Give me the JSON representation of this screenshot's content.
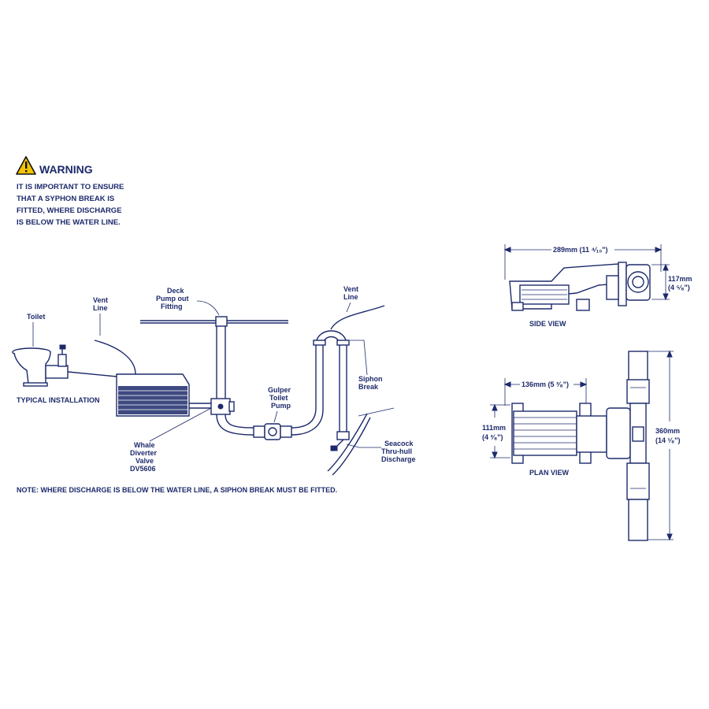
{
  "warning": {
    "title": "WARNING",
    "lines": [
      "IT IS IMPORTANT TO ENSURE",
      "THAT A SYPHON BREAK IS",
      "FITTED, WHERE DISCHARGE",
      "IS BELOW THE WATER LINE."
    ],
    "icon": "warning-triangle-icon",
    "icon_color": "#f5c400"
  },
  "installation": {
    "title": "TYPICAL INSTALLATION",
    "labels": {
      "toilet": "Toilet",
      "vent_line_1": [
        "Vent",
        "Line"
      ],
      "deck_fitting": [
        "Deck",
        "Pump out",
        "Fitting"
      ],
      "vent_line_2": [
        "Vent",
        "Line"
      ],
      "siphon_break": [
        "Siphon",
        "Break"
      ],
      "gulper_pump": [
        "Gulper",
        "Toilet",
        "Pump"
      ],
      "diverter_valve": [
        "Whale",
        "Diverter",
        "Valve",
        "DV5606"
      ],
      "seacock": [
        "Seacock",
        "Thru-hull",
        "Discharge"
      ]
    },
    "note": "NOTE: WHERE DISCHARGE IS BELOW THE WATER LINE, A SIPHON BREAK MUST BE FITTED."
  },
  "side_view": {
    "caption": "SIDE VIEW",
    "length": "289mm (11 ⁴⁄₁₀\")",
    "height_mm": "117mm",
    "height_in": "(4 ⁵⁄₈\")"
  },
  "plan_view": {
    "caption": "PLAN VIEW",
    "body_length": "136mm (5 ³⁄₈\")",
    "width_mm": "111mm",
    "width_in": "(4 ³⁄₈\")",
    "overall_mm": "360mm",
    "overall_in": "(14 ¹⁄₈\")"
  },
  "colors": {
    "line": "#1d2a6b",
    "warning_yellow": "#f5c400"
  }
}
